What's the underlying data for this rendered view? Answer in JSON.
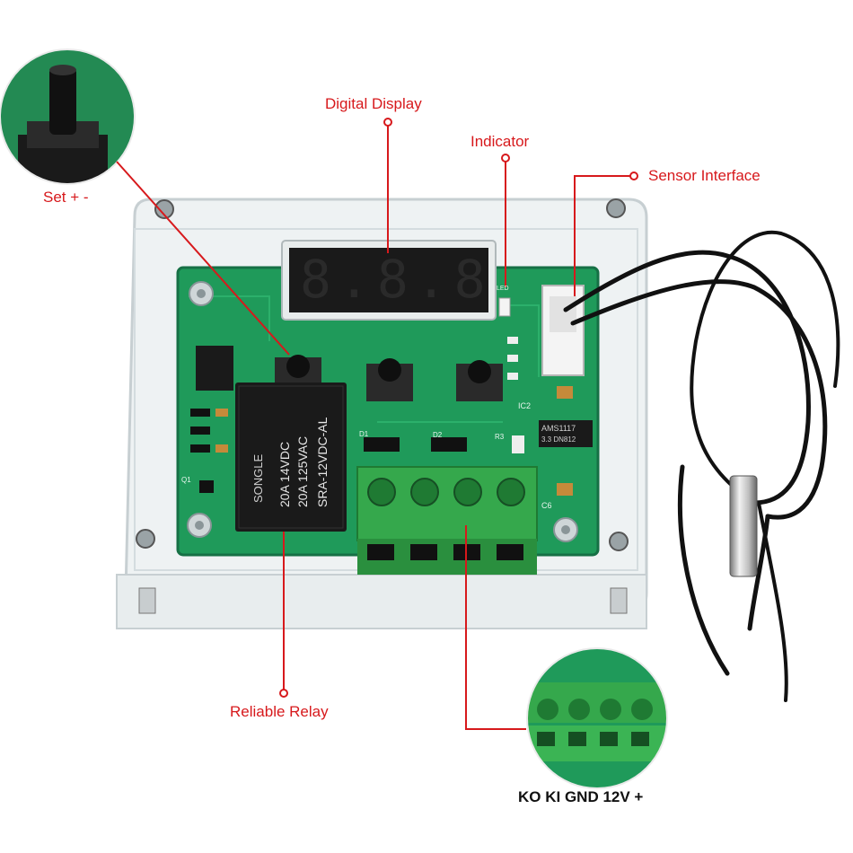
{
  "labels": {
    "digital_display": "Digital Display",
    "indicator": "Indicator",
    "sensor_interface": "Sensor Interface",
    "set": "Set + -",
    "reliable_relay": "Reliable Relay",
    "terminals": "KO KI GND 12V +"
  },
  "pcb_marks": {
    "relay_brand": "SONGLE",
    "relay_line1": "20A 14VDC",
    "relay_line2": "20A 125VAC",
    "relay_model": "SRA-12VDC-AL",
    "ic2": "IC2",
    "regulator": "AMS1117",
    "regulator_sub": "3.3 DN812",
    "c6": "C6",
    "d1": "D1",
    "d2": "D2",
    "r3": "R3",
    "q1": "Q1",
    "led": "LED",
    "display_digits": "8.8.8"
  },
  "colors": {
    "annotation": "#d7191c",
    "pcb": "#1f9a5a",
    "terminal": "#35a84c",
    "acrylic": "#dfe6e8",
    "display": "#1a1a1a"
  }
}
